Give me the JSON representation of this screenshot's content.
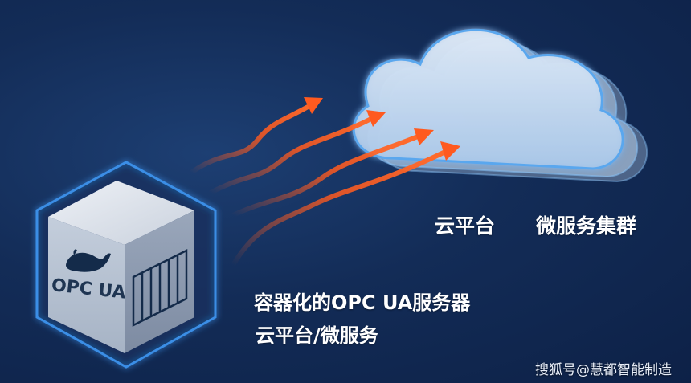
{
  "labels": {
    "cloud_platform": "云平台",
    "microservice_cluster": "微服务集群",
    "server_line1": "容器化的OPC UA服务器",
    "server_line2": "云平台/微服务",
    "watermark": "搜狐号@慧都智能制造"
  },
  "cube": {
    "text": "OPC UA",
    "icons": [
      "whale-icon",
      "container-icon"
    ]
  },
  "colors": {
    "background": "#132c57",
    "arrow": "#ff5a1f",
    "hexagon_border": "#3a8ee6",
    "cloud": "#c9def3"
  }
}
